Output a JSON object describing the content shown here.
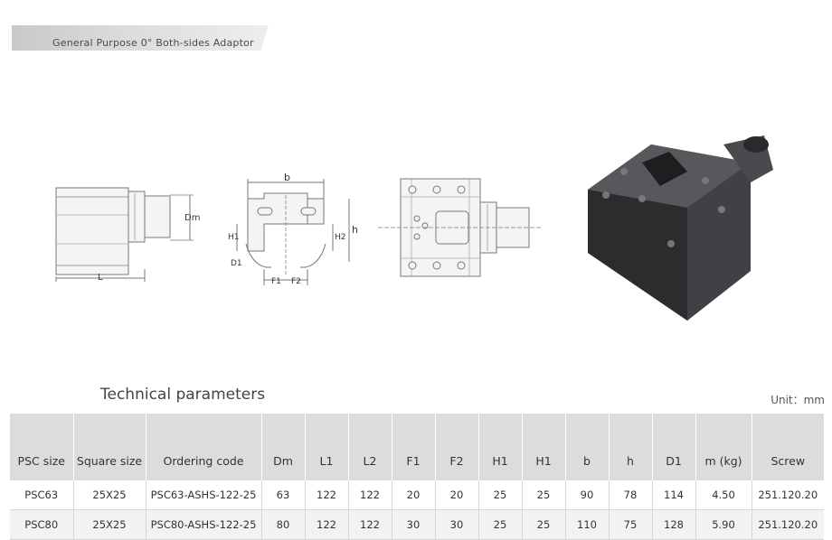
{
  "header": {
    "title": "General Purpose 0°  Both-sides Adaptor"
  },
  "drawing_labels": {
    "side": {
      "dm": "Dm",
      "l": "L"
    },
    "front": {
      "b": "b",
      "h": "h",
      "h1": "H1",
      "h2": "H2",
      "d1": "D1",
      "f1": "F1",
      "f2": "F2"
    }
  },
  "section": {
    "title": "Technical parameters",
    "unit": "Unit：mm"
  },
  "table": {
    "headers": [
      "PSC size",
      "Square size",
      "Ordering code",
      "Dm",
      "L1",
      "L2",
      "F1",
      "F2",
      "H1",
      "H1",
      "b",
      "h",
      "D1",
      "m (kg)",
      "Screw"
    ],
    "rows": [
      [
        "PSC63",
        "25X25",
        "PSC63-ASHS-122-25",
        "63",
        "122",
        "122",
        "20",
        "20",
        "25",
        "25",
        "90",
        "78",
        "114",
        "4.50",
        "251.120.20"
      ],
      [
        "PSC80",
        "25X25",
        "PSC80-ASHS-122-25",
        "80",
        "122",
        "122",
        "30",
        "30",
        "25",
        "25",
        "110",
        "75",
        "128",
        "5.90",
        "251.120.20"
      ]
    ]
  }
}
